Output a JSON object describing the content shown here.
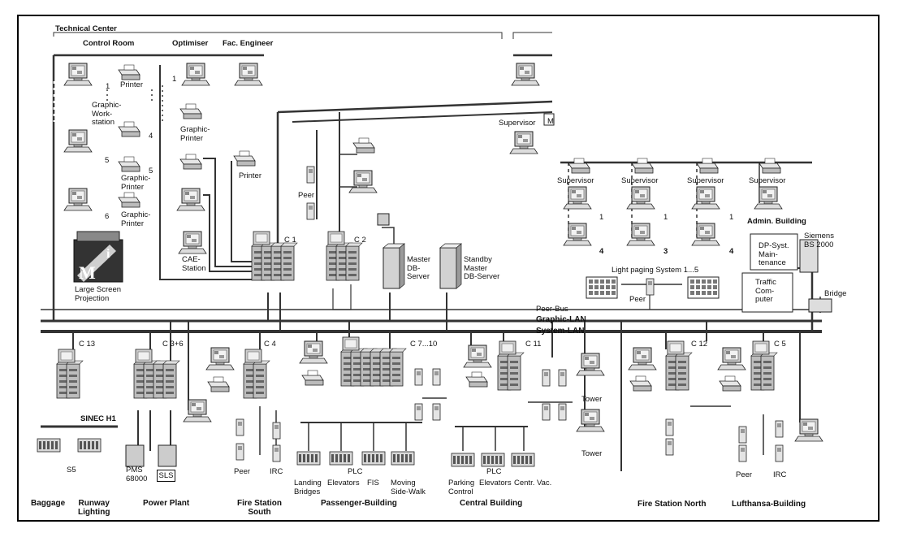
{
  "header": {
    "technical_center": "Technical Center",
    "control_room": "Control Room",
    "optimiser": "Optimiser",
    "fac_engineer": "Fac. Engineer"
  },
  "buses": {
    "peer_bus": "Peer-Bus",
    "graphic_lan": "Graphic-LAN",
    "system_lan": "System-LAN"
  },
  "control_room": {
    "printer": "Printer",
    "graphic_workstation": "Graphic-\nWork-\nstation",
    "graphic_printer_a": "Graphic-\nPrinter",
    "graphic_printer_b": "Graphic-\nPrinter",
    "large_screen": "Large Screen\nProjection",
    "num_1": "1",
    "num_4": "4",
    "num_5a": "5",
    "num_5b": "5",
    "num_6": "6",
    "logo_letters": "M i"
  },
  "optimiser": {
    "num_1": "1",
    "graphic_printer": "Graphic-\nPrinter",
    "printer": "Printer",
    "cae_station": "CAE-\nStation"
  },
  "servers": {
    "c1": "C 1",
    "c2": "C 2",
    "peer": "Peer",
    "master_db": "Master\nDB-\nServer",
    "standby_db": "Standby\nMaster\nDB-Server"
  },
  "admin": {
    "supervisor_top": "Supervisor",
    "m_box": "M",
    "supervisors": [
      "Supervisor",
      "Supervisor",
      "Supervisor",
      "Supervisor"
    ],
    "counts": [
      "4",
      "3",
      "4"
    ],
    "ones": [
      "1",
      "1",
      "1"
    ],
    "admin_building": "Admin. Building",
    "siemens": "Siemens\nBS 2000",
    "dp_syst": "DP-Syst.\nMain-\ntenance",
    "traffic_computer": "Traffic\nCom-\nputer",
    "light_paging": "Light paging System 1...5",
    "peer": "Peer",
    "bridge": "Bridge"
  },
  "field": {
    "c13": "C 13",
    "sinec": "SINEC H1",
    "s5": "S5",
    "c3_6": "C 3+6",
    "pms": "PMS\n68000",
    "sls": "SLS",
    "c4": "C 4",
    "peer_south": "Peer",
    "irc_south": "IRC",
    "c7_10": "C 7...10",
    "plc_pass": "PLC",
    "landing_bridges": "Landing\nBridges",
    "elevators_pass": "Elevators",
    "fis": "FIS",
    "moving_sidewalk": "Moving\nSide-Walk",
    "c11": "C 11",
    "plc_central": "PLC",
    "parking_control": "Parking\nControl",
    "elevators_central": "Elevators",
    "centr_vac": "Centr. Vac.",
    "tower_a": "Tower",
    "tower_b": "Tower",
    "c12": "C 12",
    "c5": "C 5",
    "peer_luft": "Peer",
    "irc_luft": "IRC"
  },
  "zones": {
    "baggage": "Baggage",
    "runway": "Runway\nLighting",
    "power_plant": "Power Plant",
    "fire_south": "Fire Station\nSouth",
    "passenger": "Passenger-Building",
    "central": "Central Building",
    "fire_north": "Fire Station North",
    "lufthansa": "Lufthansa-Building"
  }
}
